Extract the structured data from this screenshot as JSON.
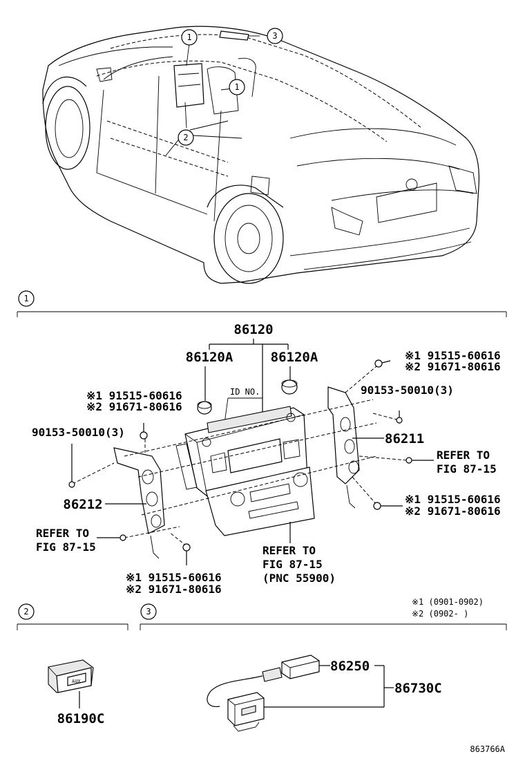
{
  "callouts": {
    "c1": "1",
    "c2": "2",
    "c3": "3"
  },
  "section1": {
    "main_unit": "86120",
    "knob_left": "86120A",
    "knob_right": "86120A",
    "id_no": "ID NO.",
    "bracket_left": "86212",
    "bracket_right": "86211",
    "screw_tl_1": "※1 91515-60616",
    "screw_tl_2": "※2 91671-80616",
    "screw_tr_1": "※1 91515-60616",
    "screw_tr_2": "※2 91671-80616",
    "screw_mr_1": "※1 91515-60616",
    "screw_mr_2": "※2 91671-80616",
    "screw_bl_1": "※1 91515-60616",
    "screw_bl_2": "※2 91671-80616",
    "bolt_left": "90153-50010(3)",
    "bolt_right": "90153-50010(3)",
    "refer_right_1": "REFER TO",
    "refer_right_2": "FIG 87-15",
    "refer_left_1": "REFER TO",
    "refer_left_2": "FIG 87-15",
    "refer_bottom_1": "REFER TO",
    "refer_bottom_2": "FIG 87-15",
    "refer_bottom_3": "(PNC 55900)"
  },
  "notes": {
    "n1": "※1 (0901-0902)",
    "n2": "※2 (0902-     )"
  },
  "section2": {
    "part": "86190C",
    "label": "AUX"
  },
  "section3": {
    "part1": "86250",
    "part2": "86730C"
  },
  "figure_id": "863766A"
}
